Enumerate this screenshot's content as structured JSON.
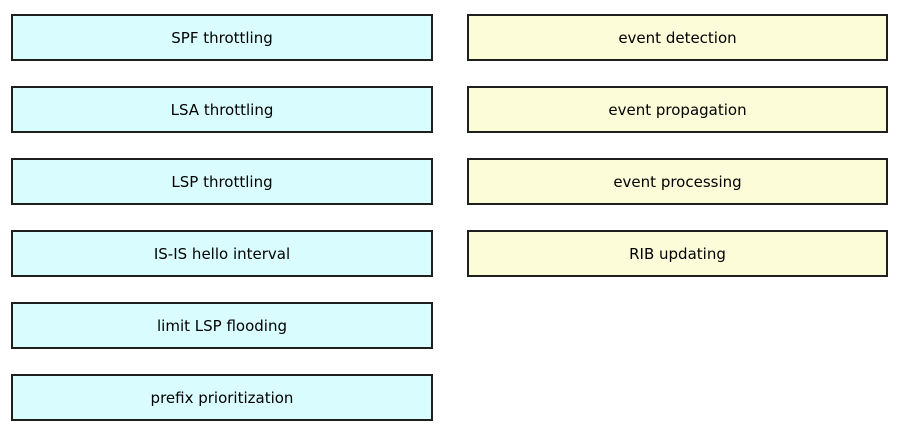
{
  "question_type": "drag-and-drop-matching",
  "colors": {
    "background": "#ffffff",
    "source_box_fill": "#d9fdff",
    "target_box_fill": "#fcfcd8",
    "box_border": "#1f1f1f",
    "text": "#000000"
  },
  "source_column": {
    "items": [
      "SPF throttling",
      "LSA throttling",
      "LSP throttling",
      "IS-IS hello interval",
      "limit LSP flooding",
      "prefix prioritization"
    ]
  },
  "target_column": {
    "items": [
      "event detection",
      "event propagation",
      "event processing",
      "RIB updating"
    ]
  }
}
